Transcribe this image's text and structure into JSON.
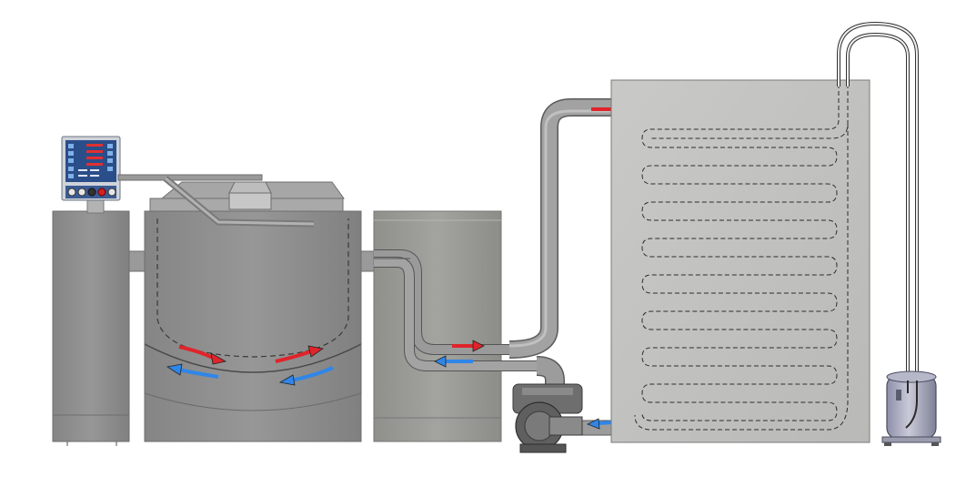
{
  "diagram": {
    "components": [
      {
        "id": "control-panel",
        "kind": "control-panel"
      },
      {
        "id": "tilting-kettle",
        "kind": "jacketed-kettle"
      },
      {
        "id": "cabinet",
        "kind": "service-cabinet"
      },
      {
        "id": "circulation-pump",
        "kind": "pump"
      },
      {
        "id": "ice-bank-tank",
        "kind": "tank-with-serpentine-coil"
      },
      {
        "id": "refrigeration-compressor",
        "kind": "compressor"
      }
    ],
    "flows": [
      {
        "id": "hot-return",
        "color": "#e0242a"
      },
      {
        "id": "cold-supply",
        "color": "#2f86e8"
      }
    ],
    "colors": {
      "hot": "#e0242a",
      "cold": "#2f86e8",
      "equipment": "#8c8c8c",
      "tank": "#c4c4c2",
      "pipe": "#9a9a9a",
      "panel_blue": "#2a4e8a",
      "display_red": "#e03030"
    },
    "icons": [
      "arrow-right-icon",
      "arrow-left-icon",
      "knob-icon"
    ]
  }
}
